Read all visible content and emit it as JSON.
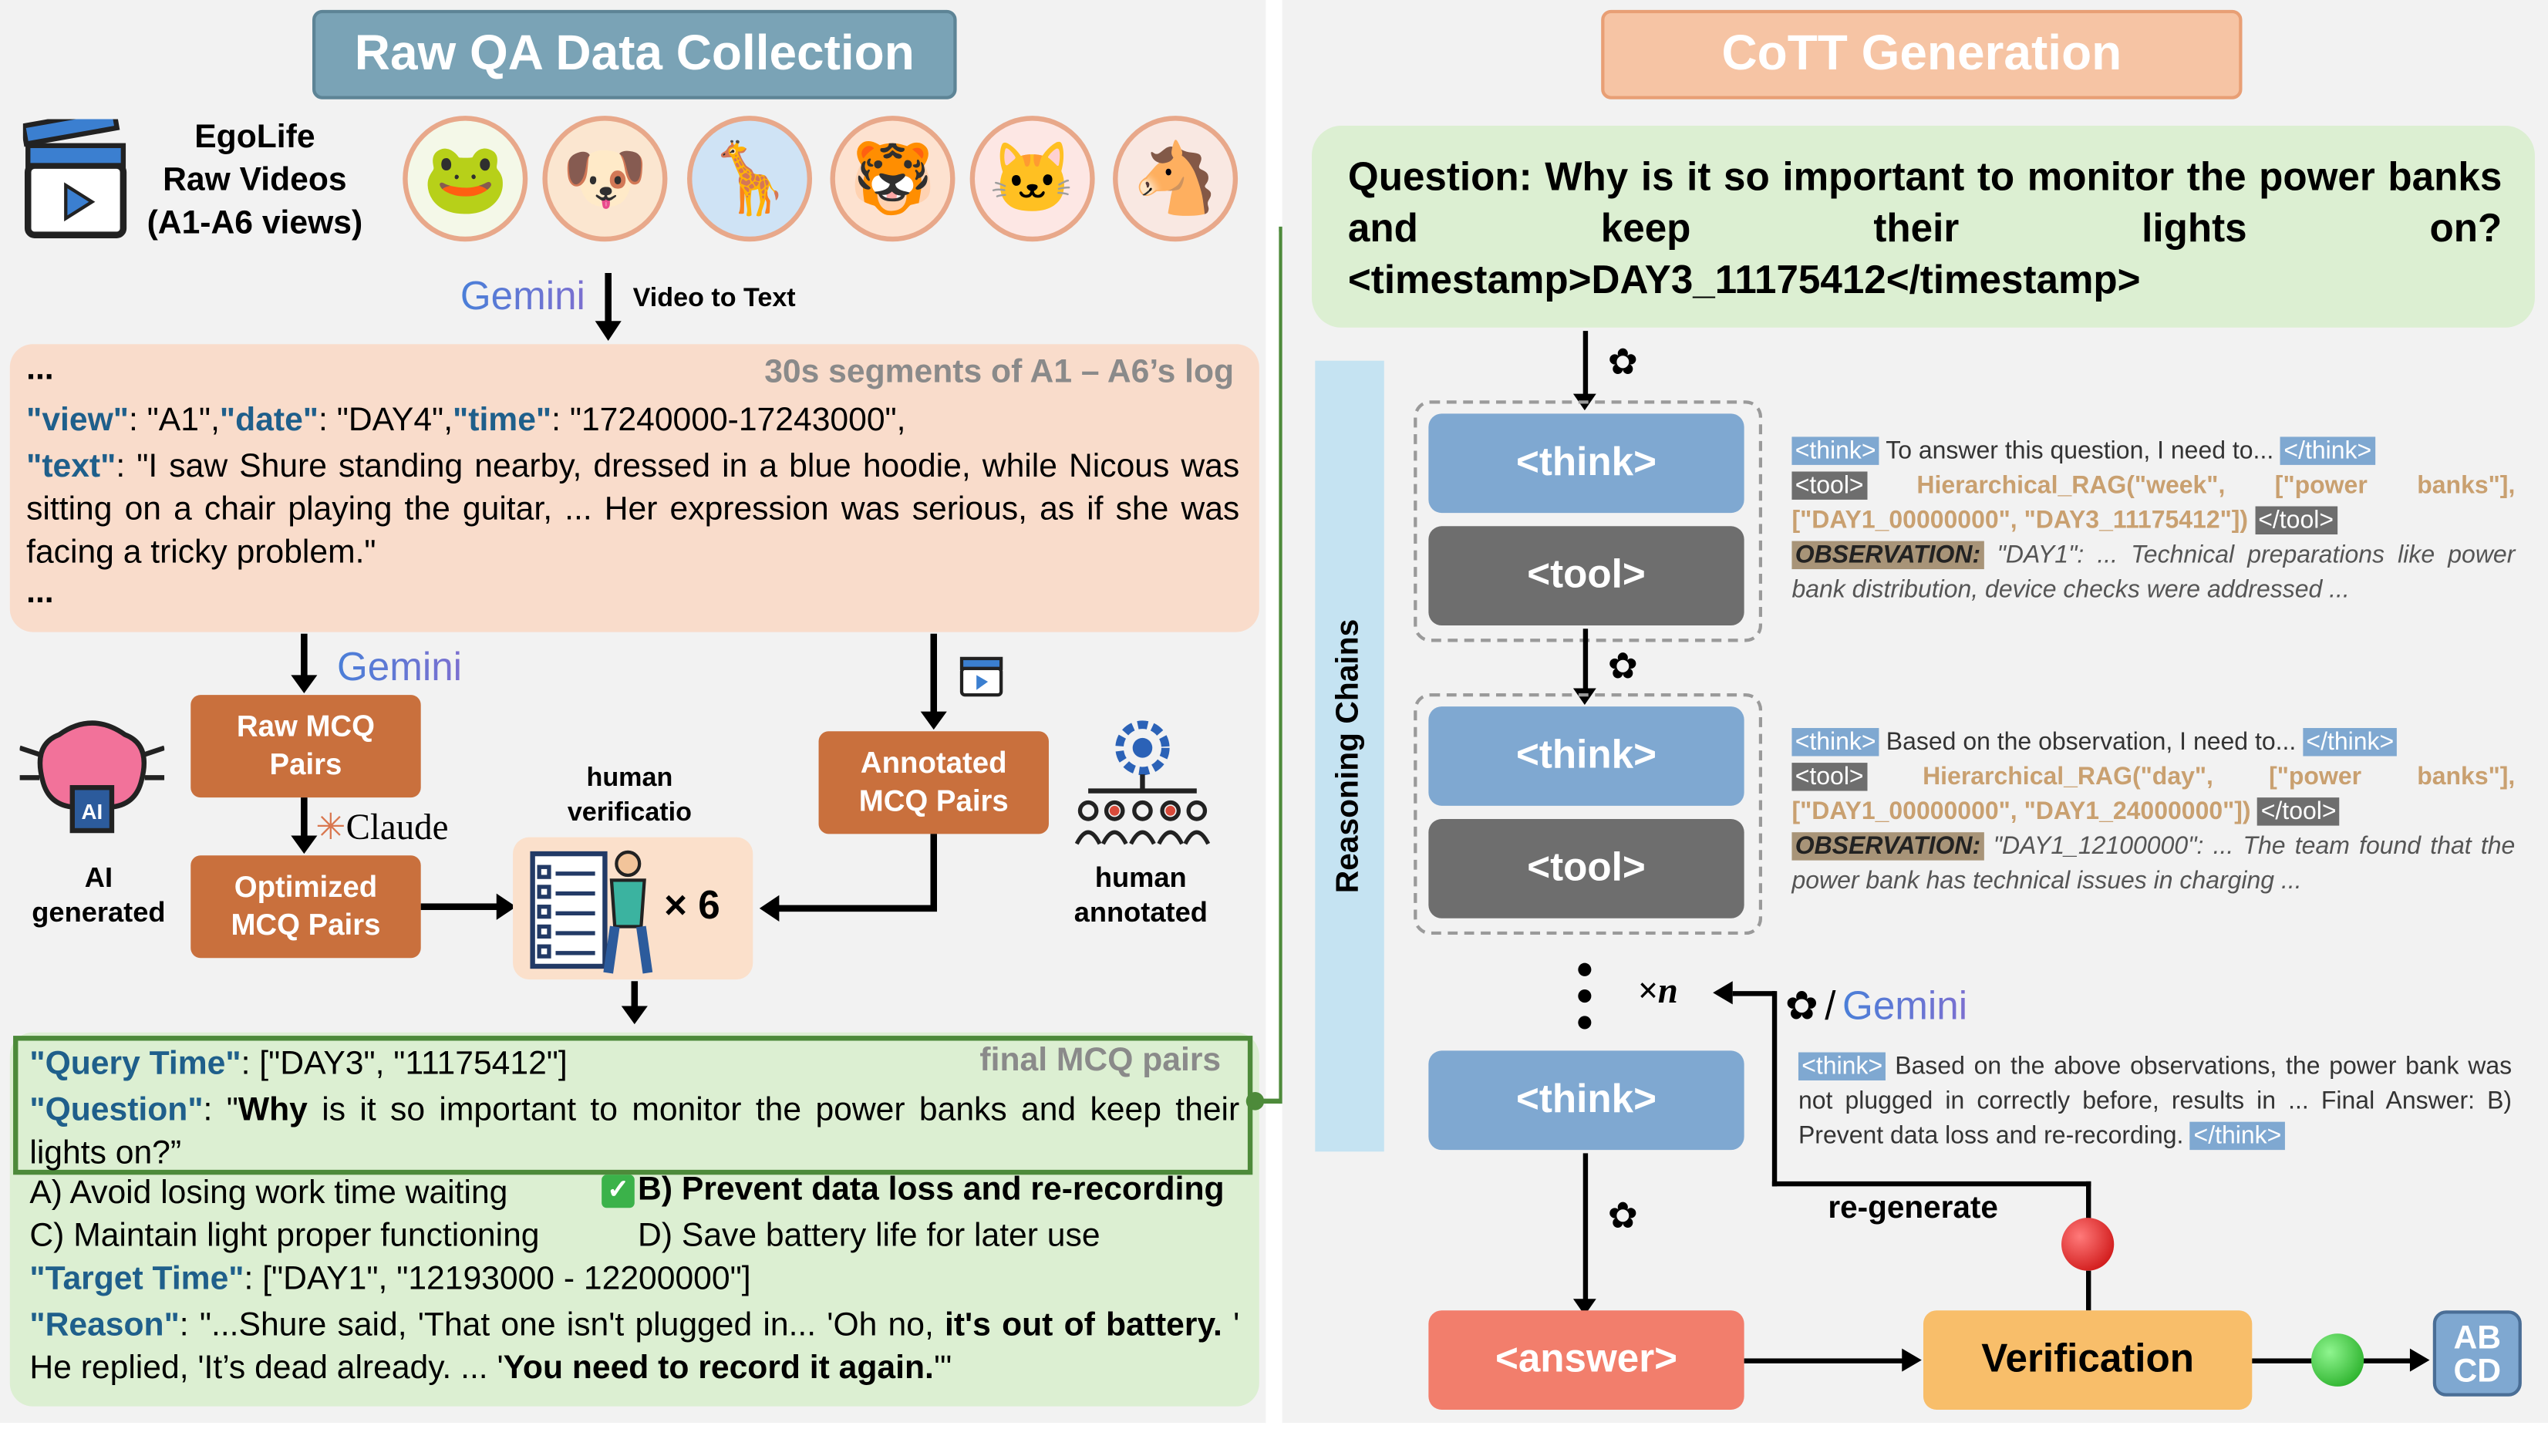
{
  "left": {
    "title": "Raw QA Data Collection",
    "egolife_line1": "EgoLife",
    "egolife_line2": "Raw Videos",
    "egolife_line3": "(A1-A6 views)",
    "avatars": [
      "frog",
      "dog",
      "giraffe",
      "tiger",
      "cat",
      "horse"
    ],
    "gemini_label": "Gemini",
    "video_to_text": "Video to Text",
    "log": {
      "ellipsis_top": "...",
      "header": "30s segments of A1 – A6’s log",
      "view_key": "\"view\"",
      "view_val": ": \"A1\",",
      "date_key": "\"date\"",
      "date_val": ": \"DAY4\",",
      "time_key": "\"time\"",
      "time_val": ": \"17240000-17243000\",",
      "text_key": "\"text\"",
      "text_val": ": \"I saw Shure standing nearby, dressed in a blue hoodie, while Nicous was sitting on a chair playing the guitar, ... Her expression was serious, as if she was facing a tricky problem.\"",
      "ellipsis_bottom": "..."
    },
    "raw_mcq": "Raw MCQ Pairs",
    "claude_label": "Claude",
    "optimized_mcq": "Optimized MCQ Pairs",
    "ai_generated_1": "AI",
    "ai_generated_2": "generated",
    "human_verification_1": "human",
    "human_verification_2": "verificatio",
    "times_six": "× 6",
    "annotated_mcq": "Annotated MCQ Pairs",
    "human_annotated_1": "human",
    "human_annotated_2": "annotated",
    "final": {
      "header": "final MCQ pairs",
      "query_time_key": "\"Query Time\"",
      "query_time_val": ": [\"DAY3\", \"11175412\"]",
      "question_key": "\"Question\"",
      "question_pre": ": \"",
      "question_bold": "Why",
      "question_rest": " is it so important to monitor the power banks and keep their lights on?”",
      "opt_a": "A) Avoid losing work time waiting",
      "opt_b": "B) Prevent data loss and re-recording",
      "opt_c": "C) Maintain light proper functioning",
      "opt_d": "D) Save battery life for later use",
      "target_key": "\"Target Time\"",
      "target_val": ": [\"DAY1\", \"12193000 - 12200000\"]",
      "reason_key": "\"Reason\"",
      "reason_pre": ": \"...Shure said, 'That one isn't plugged in... 'Oh no, ",
      "reason_bold1": "it's out of battery.",
      "reason_mid": " ' He replied, 'It’s dead already. ... '",
      "reason_bold2": "You need to record it again.",
      "reason_end": "'\""
    }
  },
  "right": {
    "title": "CoTT Generation",
    "question_line": "Question: Why is it so important to monitor the power banks and keep their lights on? <timestamp>DAY3_11175412</timestamp>",
    "reasoning_chains": "Reasoning Chains",
    "think": "<think>",
    "tool": "<tool>",
    "answer": "<answer>",
    "verification": "Verification",
    "regenerate": "re-generate",
    "times_n": "×n",
    "gemini_label": "Gemini",
    "slash": "/",
    "abcd": "AB CD",
    "step1": {
      "think_open": "<think>",
      "think_text": "To answer this question, I need to...",
      "think_close": "</think>",
      "tool_open": "<tool>",
      "tool_call": "Hierarchical_RAG(\"week\", [\"power banks\"], [\"DAY1_00000000\", \"DAY3_11175412\"])",
      "tool_close": "</tool>",
      "obs_label": "OBSERVATION:",
      "obs_text": "\"DAY1\": ... Technical preparations like power bank distribution, device checks were addressed ..."
    },
    "step2": {
      "think_open": "<think>",
      "think_text": "Based on the observation, I need to...",
      "think_close": "</think>",
      "tool_open": "<tool>",
      "tool_call": "Hierarchical_RAG(\"day\", [\"power banks\"], [\"DAY1_00000000\", \"DAY1_24000000\"])",
      "tool_close": "</tool>",
      "obs_label": "OBSERVATION:",
      "obs_text": "\"DAY1_12100000\": ... The team found that the power bank has technical issues in charging ..."
    },
    "final_think": {
      "think_open": "<think>",
      "text": "Based on the above observations, the power bank was not plugged in correctly before, results in ... Final Answer: B) Prevent data loss and re-recording.",
      "think_close": "</think>"
    }
  },
  "colors": {
    "left_title_bg": "#7aa3b6",
    "right_title_bg": "#f6c4a4",
    "log_bg": "#f9dccb",
    "green_bg": "#dcefd2",
    "green_border": "#4d8a3a",
    "orange_btn": "#c9703d",
    "blue_btn": "#7fa8d1",
    "gray_btn": "#6e6e6e",
    "answer_btn": "#f27e6c",
    "verify_btn": "#f8be6a"
  }
}
